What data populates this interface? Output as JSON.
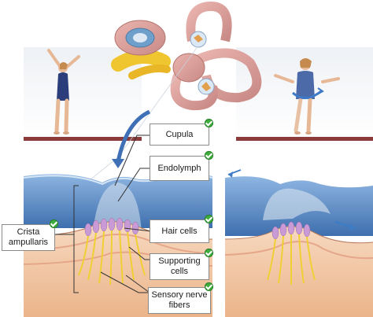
{
  "labels": {
    "cupula": "Cupula",
    "endolymph": "Endolymph",
    "hair_cells": "Hair cells",
    "supporting_cells": "Supporting cells",
    "sensory_nerve_fibers": "Sensory nerve fibers",
    "crista_ampullaris": "Crista ampullaris"
  },
  "colors": {
    "check": "#3fae3f",
    "fluid": "#5a88c2",
    "tissue": "#f2c6a4",
    "nerve": "#f0cf34",
    "floor": "#8b3c3a"
  }
}
